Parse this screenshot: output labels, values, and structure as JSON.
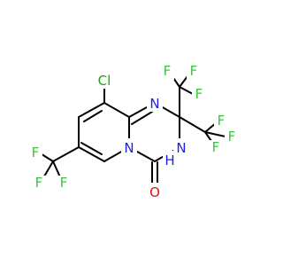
{
  "molecule": {
    "atoms": {
      "cl": {
        "label": "Cl",
        "color": "#1f9e1f"
      },
      "n1": {
        "label": "N",
        "color": "#2020e0"
      },
      "nh": {
        "label": "N",
        "color": "#2020e0"
      },
      "h": {
        "label": "H",
        "color": "#2020e0"
      },
      "n4": {
        "label": "N",
        "color": "#2020e0"
      },
      "o": {
        "label": "O",
        "color": "#e01010"
      },
      "f": {
        "label": "F",
        "color": "#39c739"
      }
    }
  }
}
